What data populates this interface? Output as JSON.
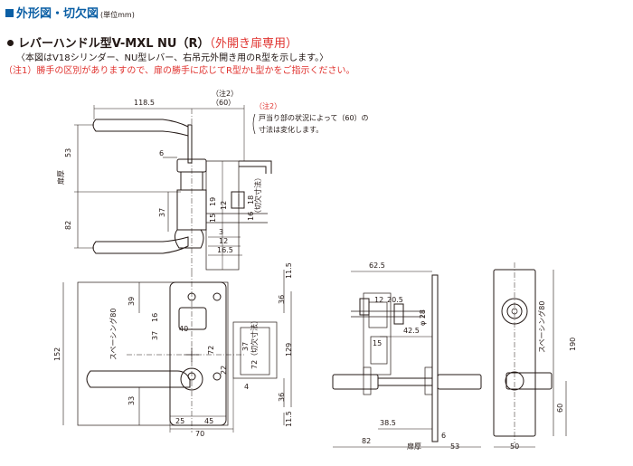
{
  "header": {
    "title": "外形図・切欠図",
    "unit": "(単位mm)"
  },
  "product": {
    "type": "レバーハンドル型",
    "model": "V-MXL NU（R）",
    "note": "（外開き扉専用）"
  },
  "desc_line": "〈本図はV18シリンダー、NU型レバー、右吊元外開き用のR型を示します。〉",
  "caution_line": "（注1）勝手の区別がありますので、扉の勝手に応じてR型かL型かをご指示ください。",
  "note2": {
    "tag": "（注2）",
    "text_line1": "戸当り部の状況によって（60）の",
    "text_line2": "寸法は変化します。"
  },
  "dims_top": {
    "lever_len": "118.5",
    "note_tag": "（注2）",
    "d60": "（60）",
    "h53": "53",
    "h82": "82",
    "d6": "6",
    "d37": "37",
    "d19": "19",
    "d15": "15",
    "d12a": "12",
    "d18": "18",
    "d16": "16",
    "d3": "3",
    "d12b": "12",
    "d16_5": "16.5",
    "t_label": "扉厚",
    "cut_label": "（切欠寸法）"
  },
  "dims_front": {
    "h11_5a": "11.5",
    "h39": "39",
    "h16": "16",
    "h37": "37",
    "h152": "152",
    "h129": "129",
    "h33": "33",
    "h36a": "36",
    "h36b": "36",
    "h11_5b": "11.5",
    "w40": "40",
    "w72": "72",
    "h22": "22",
    "h37b": "37",
    "h4": "4",
    "w25": "25",
    "w45": "45",
    "w70": "70",
    "spacing_label": "スペーシング80",
    "cut_label": "72（切欠寸法）"
  },
  "dims_side": {
    "w62_5": "62.5",
    "w12": "12",
    "w20_5": "20.5",
    "w42_5": "42.5",
    "phi28": "φ 28",
    "h15": "15",
    "w38_5": "38.5",
    "w82": "82",
    "w6": "6",
    "w53": "53",
    "t_label": "扉厚"
  },
  "dims_back": {
    "h190": "190",
    "h60": "60",
    "w50": "50",
    "spacing_label": "スペーシング80"
  }
}
